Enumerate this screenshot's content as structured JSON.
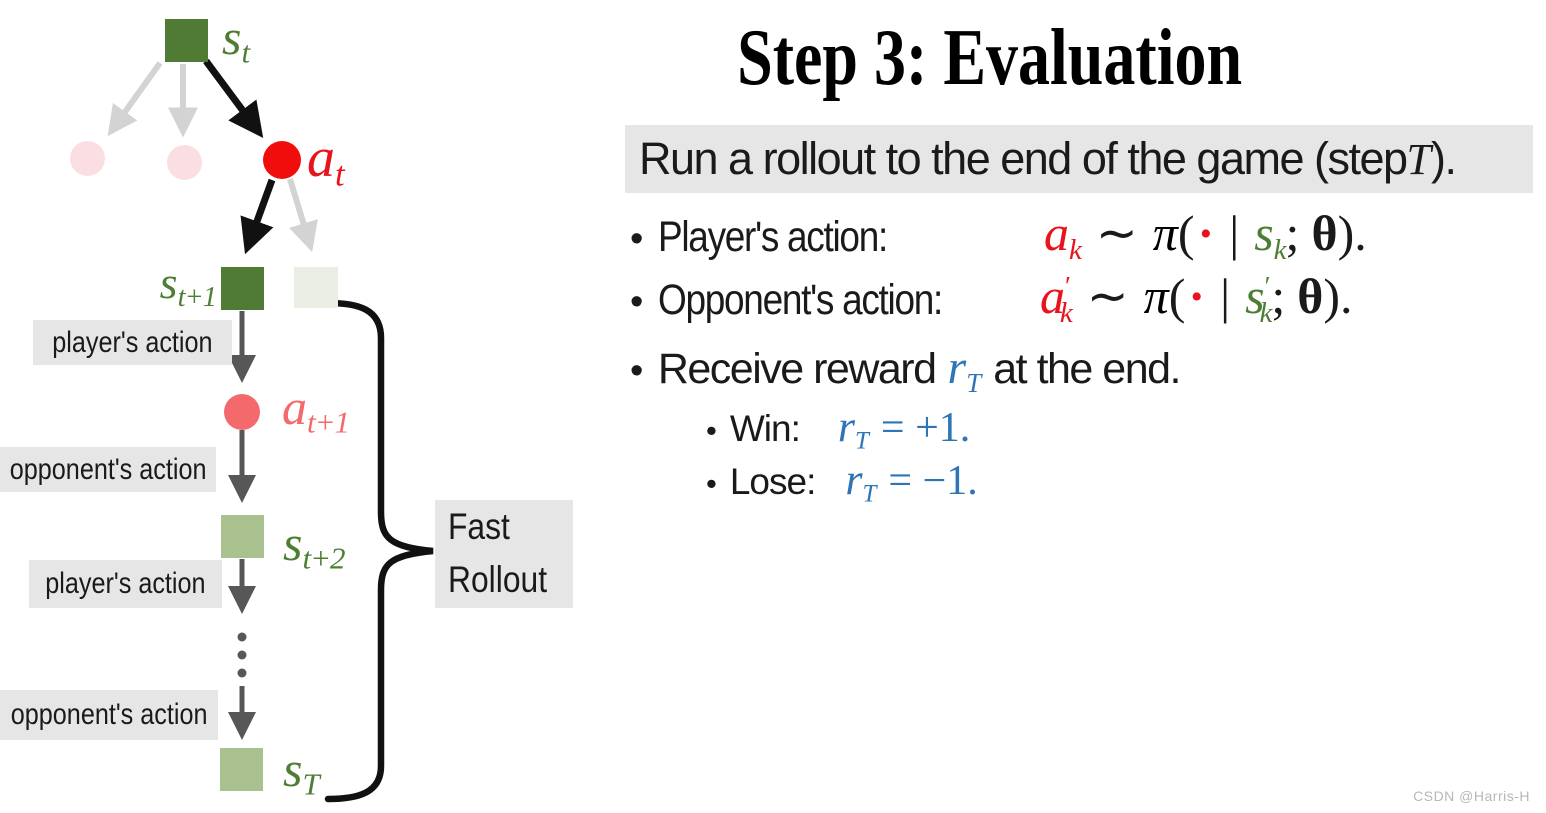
{
  "title": "Step 3: Evaluation",
  "watermark": "CSDN @Harris-H",
  "ui": {
    "bullet_char": "•"
  },
  "highlight_line": {
    "pre": "Run a rollout to the end of the game (step ",
    "var": "T",
    "post": ")."
  },
  "bullets": {
    "player": {
      "label": "Player's action:",
      "math": {
        "a": "a",
        "a_sub": "k",
        "sim": "∼",
        "pi": "π",
        "lp": "(",
        "dot": "·",
        "bar": "|",
        "s": "s",
        "s_sub": "k",
        "semi": ";",
        "theta": "θ",
        "rp": ")."
      }
    },
    "opponent": {
      "label": "Opponent's action:",
      "math": {
        "a": "a",
        "a_prime": "′",
        "a_sub": "k",
        "sim": "∼",
        "pi": "π",
        "lp": "(",
        "dot": "·",
        "bar": "|",
        "s": "s",
        "s_prime": "′",
        "s_sub": "k",
        "semi": ";",
        "theta": "θ",
        "rp": ")."
      }
    },
    "reward": {
      "pre": "Receive reward",
      "r": "r",
      "r_sub": "T",
      "post": "at the end."
    },
    "win": {
      "label": "Win:",
      "r": "r",
      "r_sub": "T",
      "eq": "= +1."
    },
    "lose": {
      "label": "Lose:",
      "r": "r",
      "r_sub": "T",
      "eq": "= −1."
    }
  },
  "diagram": {
    "labels": {
      "st": {
        "base": "s",
        "sub": "t"
      },
      "at": {
        "base": "a",
        "sub": "t"
      },
      "st1": {
        "base": "s",
        "sub": "t+1"
      },
      "at1": {
        "base": "a",
        "sub": "t+1"
      },
      "st2": {
        "base": "s",
        "sub": "t+2"
      },
      "sT": {
        "base": "s",
        "sub": "T"
      }
    },
    "action_labels": {
      "player": "player's action",
      "opponent": "opponent's action"
    },
    "fast_rollout": {
      "line1": "Fast",
      "line2": "Rollout"
    }
  },
  "colors": {
    "dark_green": "#4f7b34",
    "light_green": "#a9c08f",
    "pale_green": "#e9ede4",
    "pink": "#fbdee2",
    "red_circle": "#f20d0d",
    "red_text": "#e8131c",
    "salmon": "#f4696b",
    "blue": "#2e75b6",
    "green_text": "#4e7e34",
    "gray_box": "#e6e6e6",
    "arrow_gray": "#575757",
    "tree_gray": "#d3d3d3"
  }
}
